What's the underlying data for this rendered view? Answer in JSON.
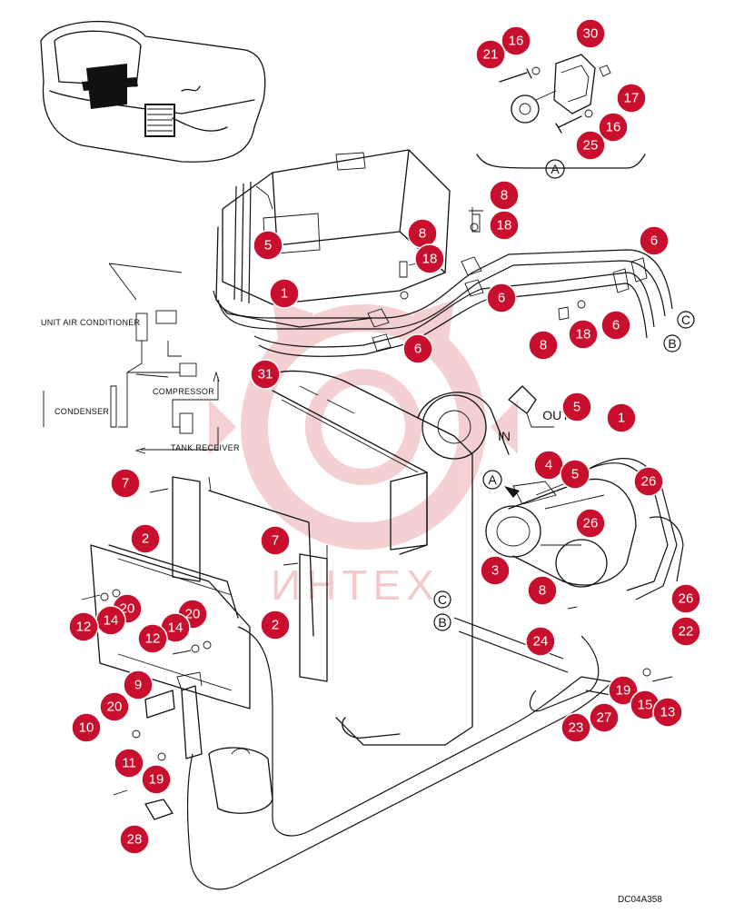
{
  "diagram": {
    "drawing_code": "DC04A358",
    "schematic_labels": {
      "unit": "UNIT AIR CONDITIONER",
      "compressor": "COMPRESSOR",
      "condenser": "CONDENSER",
      "receiver": "TANK RECEIVER"
    },
    "port_labels": {
      "in": "IN",
      "out": "OUT"
    },
    "views": [
      "A",
      "A"
    ],
    "connectors": [
      "C",
      "B",
      "C",
      "B"
    ],
    "watermark": "ИНТЕХ",
    "accent_color": "#c8102e",
    "callouts": [
      {
        "n": "30"
      },
      {
        "n": "16"
      },
      {
        "n": "21"
      },
      {
        "n": "17"
      },
      {
        "n": "16"
      },
      {
        "n": "25"
      },
      {
        "n": "8"
      },
      {
        "n": "18"
      },
      {
        "n": "8"
      },
      {
        "n": "18"
      },
      {
        "n": "6"
      },
      {
        "n": "5"
      },
      {
        "n": "1"
      },
      {
        "n": "6"
      },
      {
        "n": "6"
      },
      {
        "n": "18"
      },
      {
        "n": "8"
      },
      {
        "n": "6"
      },
      {
        "n": "31"
      },
      {
        "n": "5"
      },
      {
        "n": "1"
      },
      {
        "n": "4"
      },
      {
        "n": "5"
      },
      {
        "n": "26"
      },
      {
        "n": "26"
      },
      {
        "n": "3"
      },
      {
        "n": "7"
      },
      {
        "n": "2"
      },
      {
        "n": "7"
      },
      {
        "n": "2"
      },
      {
        "n": "8"
      },
      {
        "n": "26"
      },
      {
        "n": "22"
      },
      {
        "n": "24"
      },
      {
        "n": "20"
      },
      {
        "n": "14"
      },
      {
        "n": "12"
      },
      {
        "n": "20"
      },
      {
        "n": "14"
      },
      {
        "n": "12"
      },
      {
        "n": "9"
      },
      {
        "n": "20"
      },
      {
        "n": "10"
      },
      {
        "n": "11"
      },
      {
        "n": "19"
      },
      {
        "n": "28"
      },
      {
        "n": "19"
      },
      {
        "n": "15"
      },
      {
        "n": "13"
      },
      {
        "n": "27"
      },
      {
        "n": "23"
      }
    ]
  }
}
